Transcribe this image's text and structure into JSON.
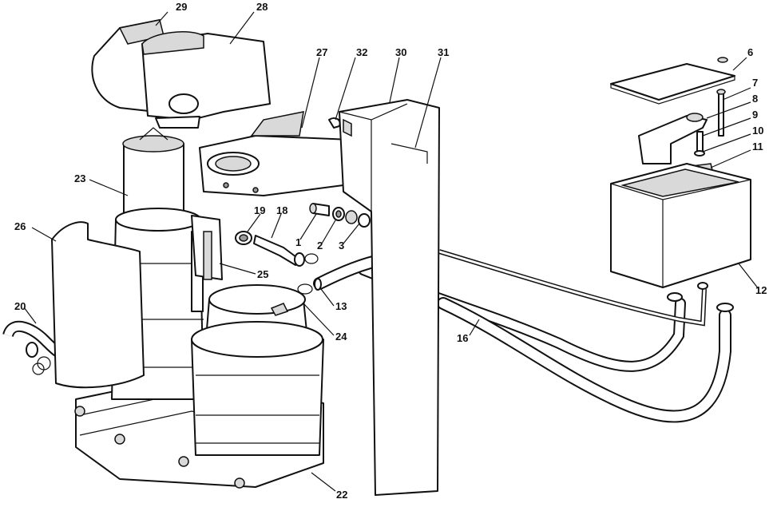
{
  "callouts": {
    "c1": "1",
    "c2": "2",
    "c3": "3",
    "c6": "6",
    "c7": "7",
    "c8": "8",
    "c9": "9",
    "c10": "10",
    "c11": "11",
    "c12": "12",
    "c13": "13",
    "c16": "16",
    "c18": "18",
    "c19": "19",
    "c20": "20",
    "c22": "22",
    "c23": "23",
    "c24": "24",
    "c25": "25",
    "c26": "26",
    "c27": "27",
    "c28": "28",
    "c29": "29",
    "c30": "30",
    "c31": "31",
    "c32": "32"
  }
}
